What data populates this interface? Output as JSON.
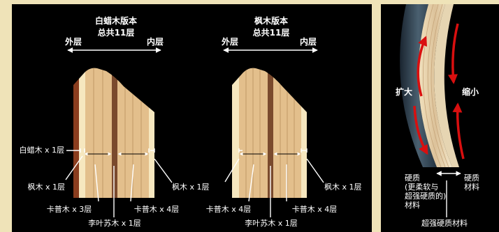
{
  "colors": {
    "background": "#efe3b8",
    "panel": "#000000",
    "text": "#ffffff",
    "ash_layer": "#8a3d1e",
    "maple_layer": "#f6e7bf",
    "capur_layer": "#e3bf8c",
    "lignum_layer": "#7a4a2d",
    "arrow_red": "#d90f0f",
    "hard_blue": "#23323f"
  },
  "ash_version": {
    "title_line1": "白蜡木版本",
    "title_line2": "总共11层",
    "outer": "外层",
    "inner": "内层",
    "label_ash": "白蜡木 x 1层",
    "label_maple_outer": "枫木 x 1层",
    "label_maple_inner": "枫木 x 1层",
    "label_capur_left": "卡普木 x 3层",
    "label_capur_right": "卡普木 x 4层",
    "label_lignum": "李叶苏木 x 1层"
  },
  "maple_version": {
    "title_line1": "枫木版本",
    "title_line2": "总共11层",
    "outer": "外层",
    "inner": "内层",
    "label_maple_inner": "枫木 x 1层",
    "label_capur_left": "卡普木 x 4层",
    "label_capur_right": "卡普木 x 4层",
    "label_lignum": "李叶苏木 x 1层"
  },
  "bend": {
    "expand": "扩大",
    "shrink": "缩小",
    "hard_l1": "硬质",
    "hard_l2": "(更柔软与",
    "hard_l3": "超强硬质的)",
    "hard_l4": "材料",
    "right_l1": "硬质",
    "right_l2": "材料",
    "bottom": "超强硬质材料"
  }
}
